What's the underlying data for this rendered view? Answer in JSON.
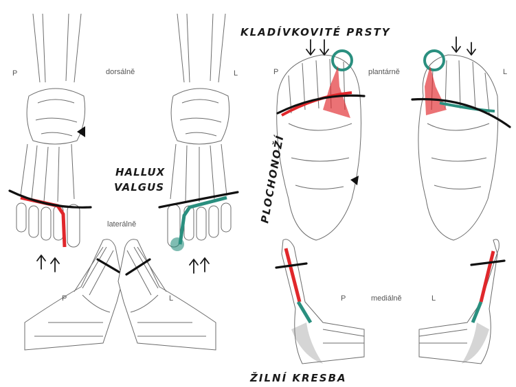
{
  "labels": {
    "dorsal_view": "dorsálně",
    "plantar_view": "plantárně",
    "lateral_view": "laterálně",
    "medial_view": "mediálně",
    "right_dorsal": "P",
    "left_dorsal": "L",
    "right_plantar": "P",
    "left_plantar": "L",
    "right_lateral": "P",
    "left_lateral": "L",
    "right_medial": "P",
    "left_medial": "L"
  },
  "annotations": {
    "hammer_toes": "KLADÍVKOVITÉ PRSTY",
    "hallux_valgus_line1": "HALLUX",
    "hallux_valgus_line2": "VALGUS",
    "flat_foot": "PLOCHONOŽÍ",
    "vein_pattern": "ŽILNÍ KRESBA"
  },
  "colors": {
    "right_side_mark": "#e0272b",
    "left_side_mark": "#2a8f7f",
    "bone_outline": "#6b6b6b",
    "ink": "#1a1a1a"
  },
  "icons": {
    "arrow": "up-arrow-icon / down-arrow-icon",
    "triangle": "triangle-marker-icon"
  }
}
